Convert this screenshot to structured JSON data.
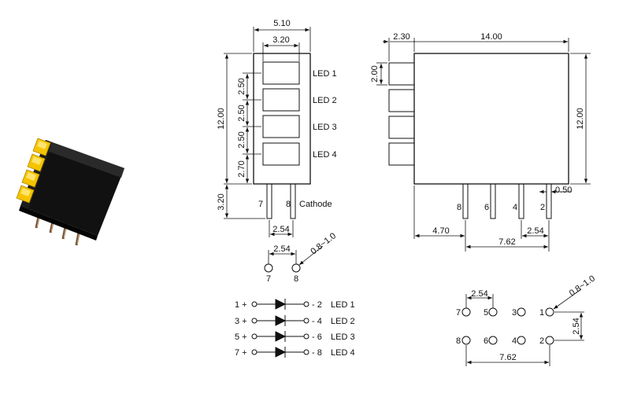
{
  "colors": {
    "housing": "#111111",
    "led_lens": "#f5c400",
    "pin_metal": "#7a5a3a",
    "ink": "#111111"
  },
  "front_view": {
    "width_outer": "5.10",
    "width_window": "3.20",
    "height_total": "12.00",
    "pitch_1": "2.50",
    "pitch_2": "2.50",
    "pitch_3": "2.50",
    "bottom_offset": "2.70",
    "pin_length": "3.20",
    "pin_spacing": "2.54",
    "pin_a": "7",
    "pin_b": "8",
    "cathode_label": "Cathode",
    "leds": [
      "LED 1",
      "LED 2",
      "LED 3",
      "LED 4"
    ]
  },
  "side_view": {
    "lens_protrusion": "2.30",
    "body_length": "14.00",
    "lens_height": "2.00",
    "body_height": "12.00",
    "pin_width": "0.50",
    "pins": [
      "8",
      "6",
      "4",
      "2"
    ],
    "offset": "4.70",
    "pitch": "2.54",
    "span": "7.62"
  },
  "front_footprint": {
    "spacing": "2.54",
    "hole": "0.8~1.0",
    "pins": [
      "7",
      "8"
    ]
  },
  "schematic": {
    "rows": [
      {
        "anode": "1 +",
        "cathode": "- 2",
        "label": "LED 1"
      },
      {
        "anode": "3 +",
        "cathode": "- 4",
        "label": "LED 2"
      },
      {
        "anode": "5 +",
        "cathode": "- 6",
        "label": "LED 3"
      },
      {
        "anode": "7 +",
        "cathode": "- 8",
        "label": "LED 4"
      }
    ]
  },
  "bottom_footprint": {
    "spacing_top": "2.54",
    "hole": "0.8~1.0",
    "row_spacing": "2.54",
    "span": "7.62",
    "top_pins": [
      "7",
      "5",
      "3",
      "1"
    ],
    "bottom_pins": [
      "8",
      "6",
      "4",
      "2"
    ]
  }
}
